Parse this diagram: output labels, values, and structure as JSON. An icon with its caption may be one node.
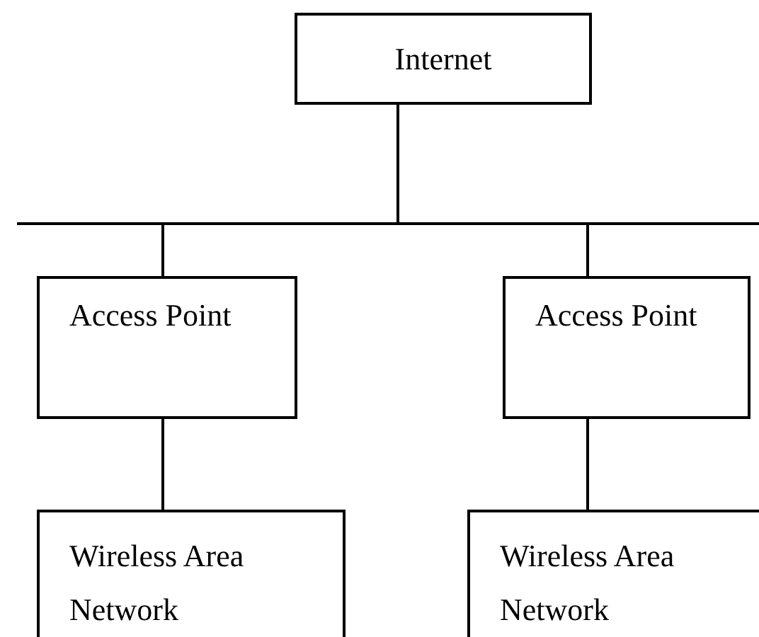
{
  "diagram": {
    "nodes": [
      {
        "text": [
          "Internet"
        ]
      },
      {
        "text": [],
        "shape": "bar"
      },
      {
        "text": [
          "Access Point"
        ]
      },
      {
        "text": [
          "Access Point"
        ]
      },
      {
        "text": [
          "Wireless Area Network"
        ]
      },
      {
        "text": [
          "Wireless Area Network"
        ]
      }
    ],
    "edges": [
      {
        "from": 0,
        "to": 1,
        "arrow": "none"
      },
      {
        "from": 1,
        "to": 2,
        "arrow": "none"
      },
      {
        "from": 1,
        "to": 3,
        "arrow": "none"
      },
      {
        "from": 2,
        "to": 4,
        "arrow": "none"
      },
      {
        "from": 3,
        "to": 5,
        "arrow": "none"
      }
    ]
  }
}
